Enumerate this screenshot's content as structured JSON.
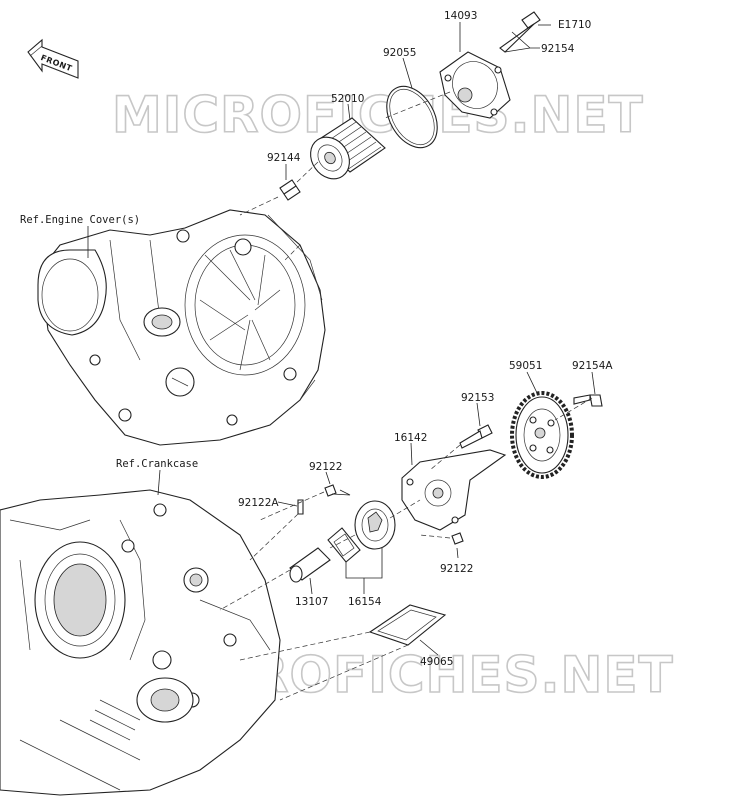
{
  "watermark": "MICROFICHES.NET",
  "front_arrow": {
    "label": "FRONT",
    "icon": "front-direction-arrow-icon"
  },
  "refs": {
    "engine_cover": "Ref.Engine Cover(s)",
    "crankcase": "Ref.Crankcase"
  },
  "parts": {
    "p14093": "14093",
    "p92055": "92055",
    "pE1710": "E1710",
    "p92154_top": "92154",
    "p52010": "52010",
    "p92144": "92144",
    "p59051": "59051",
    "p92154A": "92154A",
    "p92153": "92153",
    "p16142": "16142",
    "p92122_upper": "92122",
    "p92122A": "92122A",
    "p92122_lower": "92122",
    "p13107": "13107",
    "p16154": "16154",
    "p49065": "49065"
  }
}
